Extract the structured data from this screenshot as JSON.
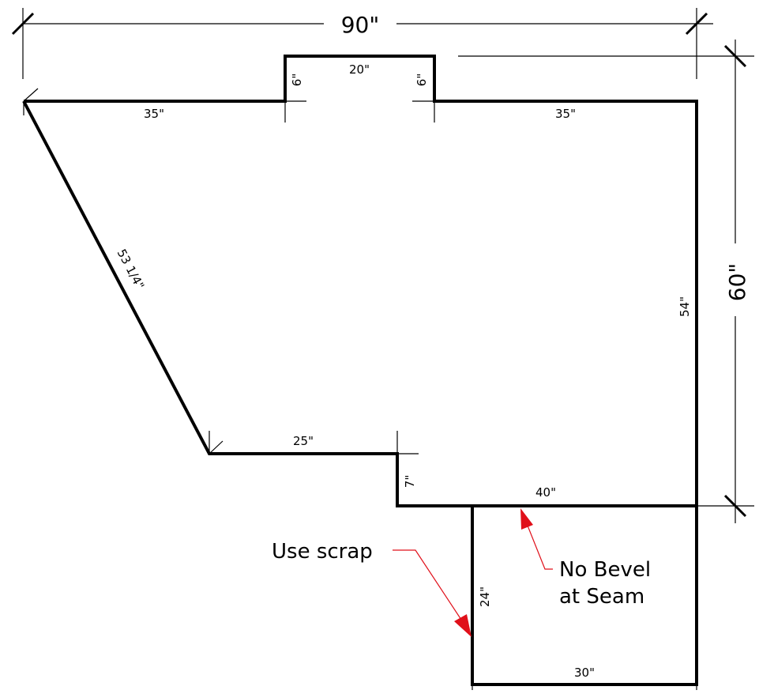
{
  "dimensions": {
    "overall_width": "90\"",
    "overall_height": "60\"",
    "top_left": "35\"",
    "top_right": "35\"",
    "notch_width": "20\"",
    "notch_depth_left": "6\"",
    "notch_depth_right": "6\"",
    "right_side": "54\"",
    "diagonal": "53 1/4\"",
    "lower_left": "25\"",
    "step": "7\"",
    "seam": "40\"",
    "extension_side": "24\"",
    "extension_bottom": "30\""
  },
  "notes": {
    "scrap_label": "Use scrap",
    "bevel_line1": "No Bevel",
    "bevel_line2": "at Seam"
  },
  "colors": {
    "outline": "#000000",
    "callout": "#e0101a"
  }
}
